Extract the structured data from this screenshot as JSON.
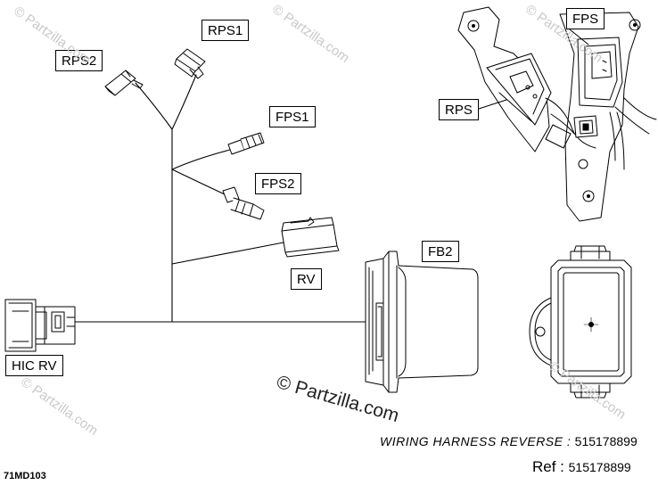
{
  "callouts": {
    "rps1": "RPS1",
    "rps2": "RPS2",
    "fps1": "FPS1",
    "fps2": "FPS2",
    "rv": "RV",
    "fb2": "FB2",
    "hic_rv": "HIC RV",
    "rps": "RPS",
    "fps": "FPS"
  },
  "title": {
    "label": "WIRING HARNESS  REVERSE :",
    "part_number": "515178899"
  },
  "ref": {
    "label": "Ref :",
    "part_number": "515178899"
  },
  "drawing_code": "71MD103",
  "watermark": {
    "text": "© Partzilla.com",
    "big_text": "© Partzilla.com"
  }
}
